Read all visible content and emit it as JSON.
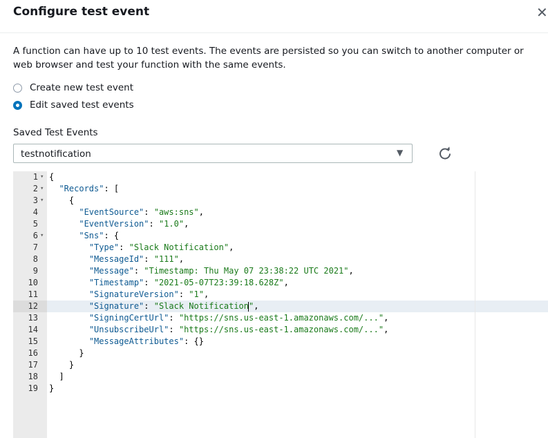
{
  "dialog": {
    "title": "Configure test event",
    "close_icon": "✕",
    "description": "A function can have up to 10 test events. The events are persisted so you can switch to another computer or web browser and test your function with the same events."
  },
  "options": {
    "create_label": "Create new test event",
    "edit_label": "Edit saved test events",
    "selected": "edit"
  },
  "saved_events": {
    "label": "Saved Test Events",
    "selected_value": "testnotification"
  },
  "editor": {
    "active_line": 12,
    "lines": [
      {
        "n": "1",
        "fold": true,
        "indent": "",
        "parts": [
          {
            "t": "p",
            "v": "{"
          }
        ]
      },
      {
        "n": "2",
        "fold": true,
        "indent": "  ",
        "parts": [
          {
            "t": "k",
            "v": "\"Records\""
          },
          {
            "t": "p",
            "v": ": ["
          }
        ]
      },
      {
        "n": "3",
        "fold": true,
        "indent": "    ",
        "parts": [
          {
            "t": "p",
            "v": "{"
          }
        ]
      },
      {
        "n": "4",
        "fold": false,
        "indent": "      ",
        "parts": [
          {
            "t": "k",
            "v": "\"EventSource\""
          },
          {
            "t": "p",
            "v": ": "
          },
          {
            "t": "s",
            "v": "\"aws:sns\""
          },
          {
            "t": "p",
            "v": ","
          }
        ]
      },
      {
        "n": "5",
        "fold": false,
        "indent": "      ",
        "parts": [
          {
            "t": "k",
            "v": "\"EventVersion\""
          },
          {
            "t": "p",
            "v": ": "
          },
          {
            "t": "s",
            "v": "\"1.0\""
          },
          {
            "t": "p",
            "v": ","
          }
        ]
      },
      {
        "n": "6",
        "fold": true,
        "indent": "      ",
        "parts": [
          {
            "t": "k",
            "v": "\"Sns\""
          },
          {
            "t": "p",
            "v": ": {"
          }
        ]
      },
      {
        "n": "7",
        "fold": false,
        "indent": "        ",
        "parts": [
          {
            "t": "k",
            "v": "\"Type\""
          },
          {
            "t": "p",
            "v": ": "
          },
          {
            "t": "s",
            "v": "\"Slack Notification\""
          },
          {
            "t": "p",
            "v": ","
          }
        ]
      },
      {
        "n": "8",
        "fold": false,
        "indent": "        ",
        "parts": [
          {
            "t": "k",
            "v": "\"MessageId\""
          },
          {
            "t": "p",
            "v": ": "
          },
          {
            "t": "s",
            "v": "\"111\""
          },
          {
            "t": "p",
            "v": ","
          }
        ]
      },
      {
        "n": "9",
        "fold": false,
        "indent": "        ",
        "parts": [
          {
            "t": "k",
            "v": "\"Message\""
          },
          {
            "t": "p",
            "v": ": "
          },
          {
            "t": "s",
            "v": "\"Timestamp: Thu May 07 23:38:22 UTC 2021\""
          },
          {
            "t": "p",
            "v": ","
          }
        ]
      },
      {
        "n": "10",
        "fold": false,
        "indent": "        ",
        "parts": [
          {
            "t": "k",
            "v": "\"Timestamp\""
          },
          {
            "t": "p",
            "v": ": "
          },
          {
            "t": "s",
            "v": "\"2021-05-07T23:39:18.628Z\""
          },
          {
            "t": "p",
            "v": ","
          }
        ]
      },
      {
        "n": "11",
        "fold": false,
        "indent": "        ",
        "parts": [
          {
            "t": "k",
            "v": "\"SignatureVersion\""
          },
          {
            "t": "p",
            "v": ": "
          },
          {
            "t": "s",
            "v": "\"1\""
          },
          {
            "t": "p",
            "v": ","
          }
        ]
      },
      {
        "n": "12",
        "fold": false,
        "indent": "        ",
        "parts": [
          {
            "t": "k",
            "v": "\"Signature\""
          },
          {
            "t": "p",
            "v": ": "
          },
          {
            "t": "s",
            "v": "\"Slack Notification"
          },
          {
            "t": "cursor",
            "v": ""
          },
          {
            "t": "s",
            "v": "\""
          },
          {
            "t": "p",
            "v": ","
          }
        ]
      },
      {
        "n": "13",
        "fold": false,
        "indent": "        ",
        "parts": [
          {
            "t": "k",
            "v": "\"SigningCertUrl\""
          },
          {
            "t": "p",
            "v": ": "
          },
          {
            "t": "s",
            "v": "\"https://sns.us-east-1.amazonaws.com/...\""
          },
          {
            "t": "p",
            "v": ","
          }
        ]
      },
      {
        "n": "14",
        "fold": false,
        "indent": "        ",
        "parts": [
          {
            "t": "k",
            "v": "\"UnsubscribeUrl\""
          },
          {
            "t": "p",
            "v": ": "
          },
          {
            "t": "s",
            "v": "\"https://sns.us-east-1.amazonaws.com/...\""
          },
          {
            "t": "p",
            "v": ","
          }
        ]
      },
      {
        "n": "15",
        "fold": false,
        "indent": "        ",
        "parts": [
          {
            "t": "k",
            "v": "\"MessageAttributes\""
          },
          {
            "t": "p",
            "v": ": {}"
          }
        ]
      },
      {
        "n": "16",
        "fold": false,
        "indent": "      ",
        "parts": [
          {
            "t": "p",
            "v": "}"
          }
        ]
      },
      {
        "n": "17",
        "fold": false,
        "indent": "    ",
        "parts": [
          {
            "t": "p",
            "v": "}"
          }
        ]
      },
      {
        "n": "18",
        "fold": false,
        "indent": "  ",
        "parts": [
          {
            "t": "p",
            "v": "]"
          }
        ]
      },
      {
        "n": "19",
        "fold": false,
        "indent": "",
        "parts": [
          {
            "t": "p",
            "v": "}"
          }
        ]
      }
    ]
  },
  "colors": {
    "accent": "#0073bb",
    "json_key": "#0e5a92",
    "json_string": "#1a7a1a",
    "active_line": "#e8eef4"
  }
}
